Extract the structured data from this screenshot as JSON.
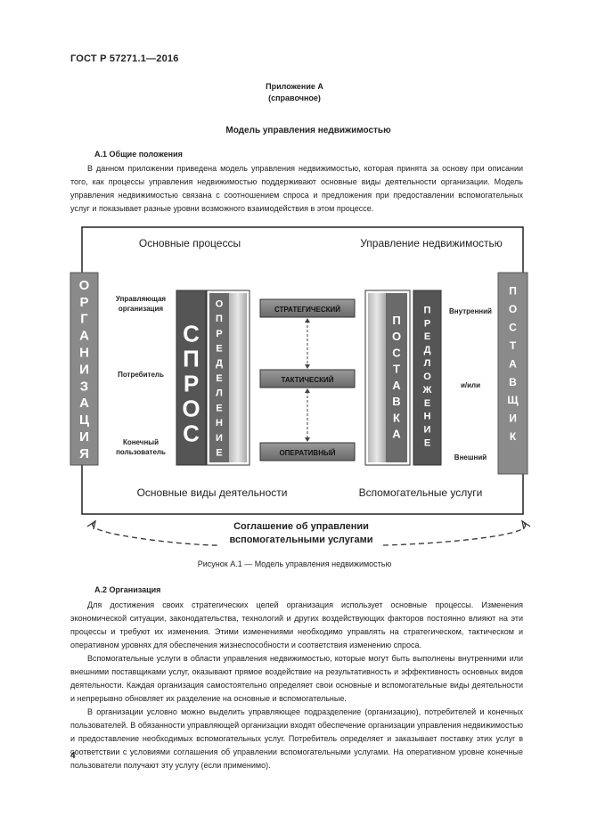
{
  "header": {
    "standard": "ГОСТ Р 57271.1—2016"
  },
  "appendix": {
    "title": "Приложение А",
    "subtitle": "(справочное)"
  },
  "model_title": "Модель управления недвижимостью",
  "section_a1": {
    "heading": "А.1 Общие положения",
    "paragraph": "В данном приложении приведена модель управления недвижимостью, которая принята за основу при описании того, как процессы управления недвижимостью поддерживают основные виды деятельности организации. Модель управления недвижимостью связана с соотношением спроса и предложения при предоставлении вспомогательных услуг и показывает разные уровни возможного взаимодействия в этом процессе."
  },
  "diagram": {
    "top_left": "Основные процессы",
    "top_right": "Управление недвижимостью",
    "bottom_left": "Основные виды деятельности",
    "bottom_right": "Вспомогательные услуги",
    "left_bar": "ОРГАНИЗАЦИЯ",
    "left_labels": [
      "Управляющая организация",
      "Потребитель",
      "Конечный пользователь"
    ],
    "demand": "СПРОС",
    "definition": "ОПРЕДЕЛЕНИЕ",
    "levels": [
      "СТРАТЕГИЧЕСКИЙ",
      "ТАКТИЧЕСКИЙ",
      "ОПЕРАТИВНЫЙ"
    ],
    "supply": "ПОСТАВКА",
    "offer": "ПРЕДЛОЖЕНИЕ",
    "right_labels": [
      "Внутренний",
      "и/или",
      "Внешний"
    ],
    "right_bar": "ПОСТАВЩИК",
    "agreement_line1": "Соглашение об управлении",
    "agreement_line2": "вспомогательными услугами"
  },
  "figure_caption": "Рисунок А.1 — Модель управления недвижимостью",
  "section_a2": {
    "heading": "А.2 Организация",
    "paragraphs": [
      "Для достижения своих стратегических целей организация использует основные процессы. Изменения экономической ситуации, законодательства, технологий и других воздействующих факторов постоянно влияют на эти процессы и требуют их изменения. Этими изменениями необходимо управлять на стратегическом, тактическом и оперативном уровнях для обеспечения жизнеспособности и соответствия изменению спроса.",
      "Вспомогательные услуги в области управления недвижимостью, которые могут быть выполнены внутренними или внешними поставщиками услуг, оказывают прямое воздействие на результативность и эффективность основных видов деятельности. Каждая организация самостоятельно определяет свои основные и вспомогательные виды деятельности и непрерывно обновляет их разделение на основные и вспомогательные.",
      "В организации условно можно выделить управляющее подразделение (организацию), потребителей и конечных пользователей. В обязанности управляющей организации входят обеспечение организации управления недвижимостью и предоставление необходимых вспомогательных услуг. Потребитель определяет и заказывает поставку этих услуг в соответствии с условиями соглашения об управлении вспомогательными услугами. На оперативном уровне конечные пользователи получают эту услугу (если применимо)."
    ]
  },
  "page_number": "4"
}
